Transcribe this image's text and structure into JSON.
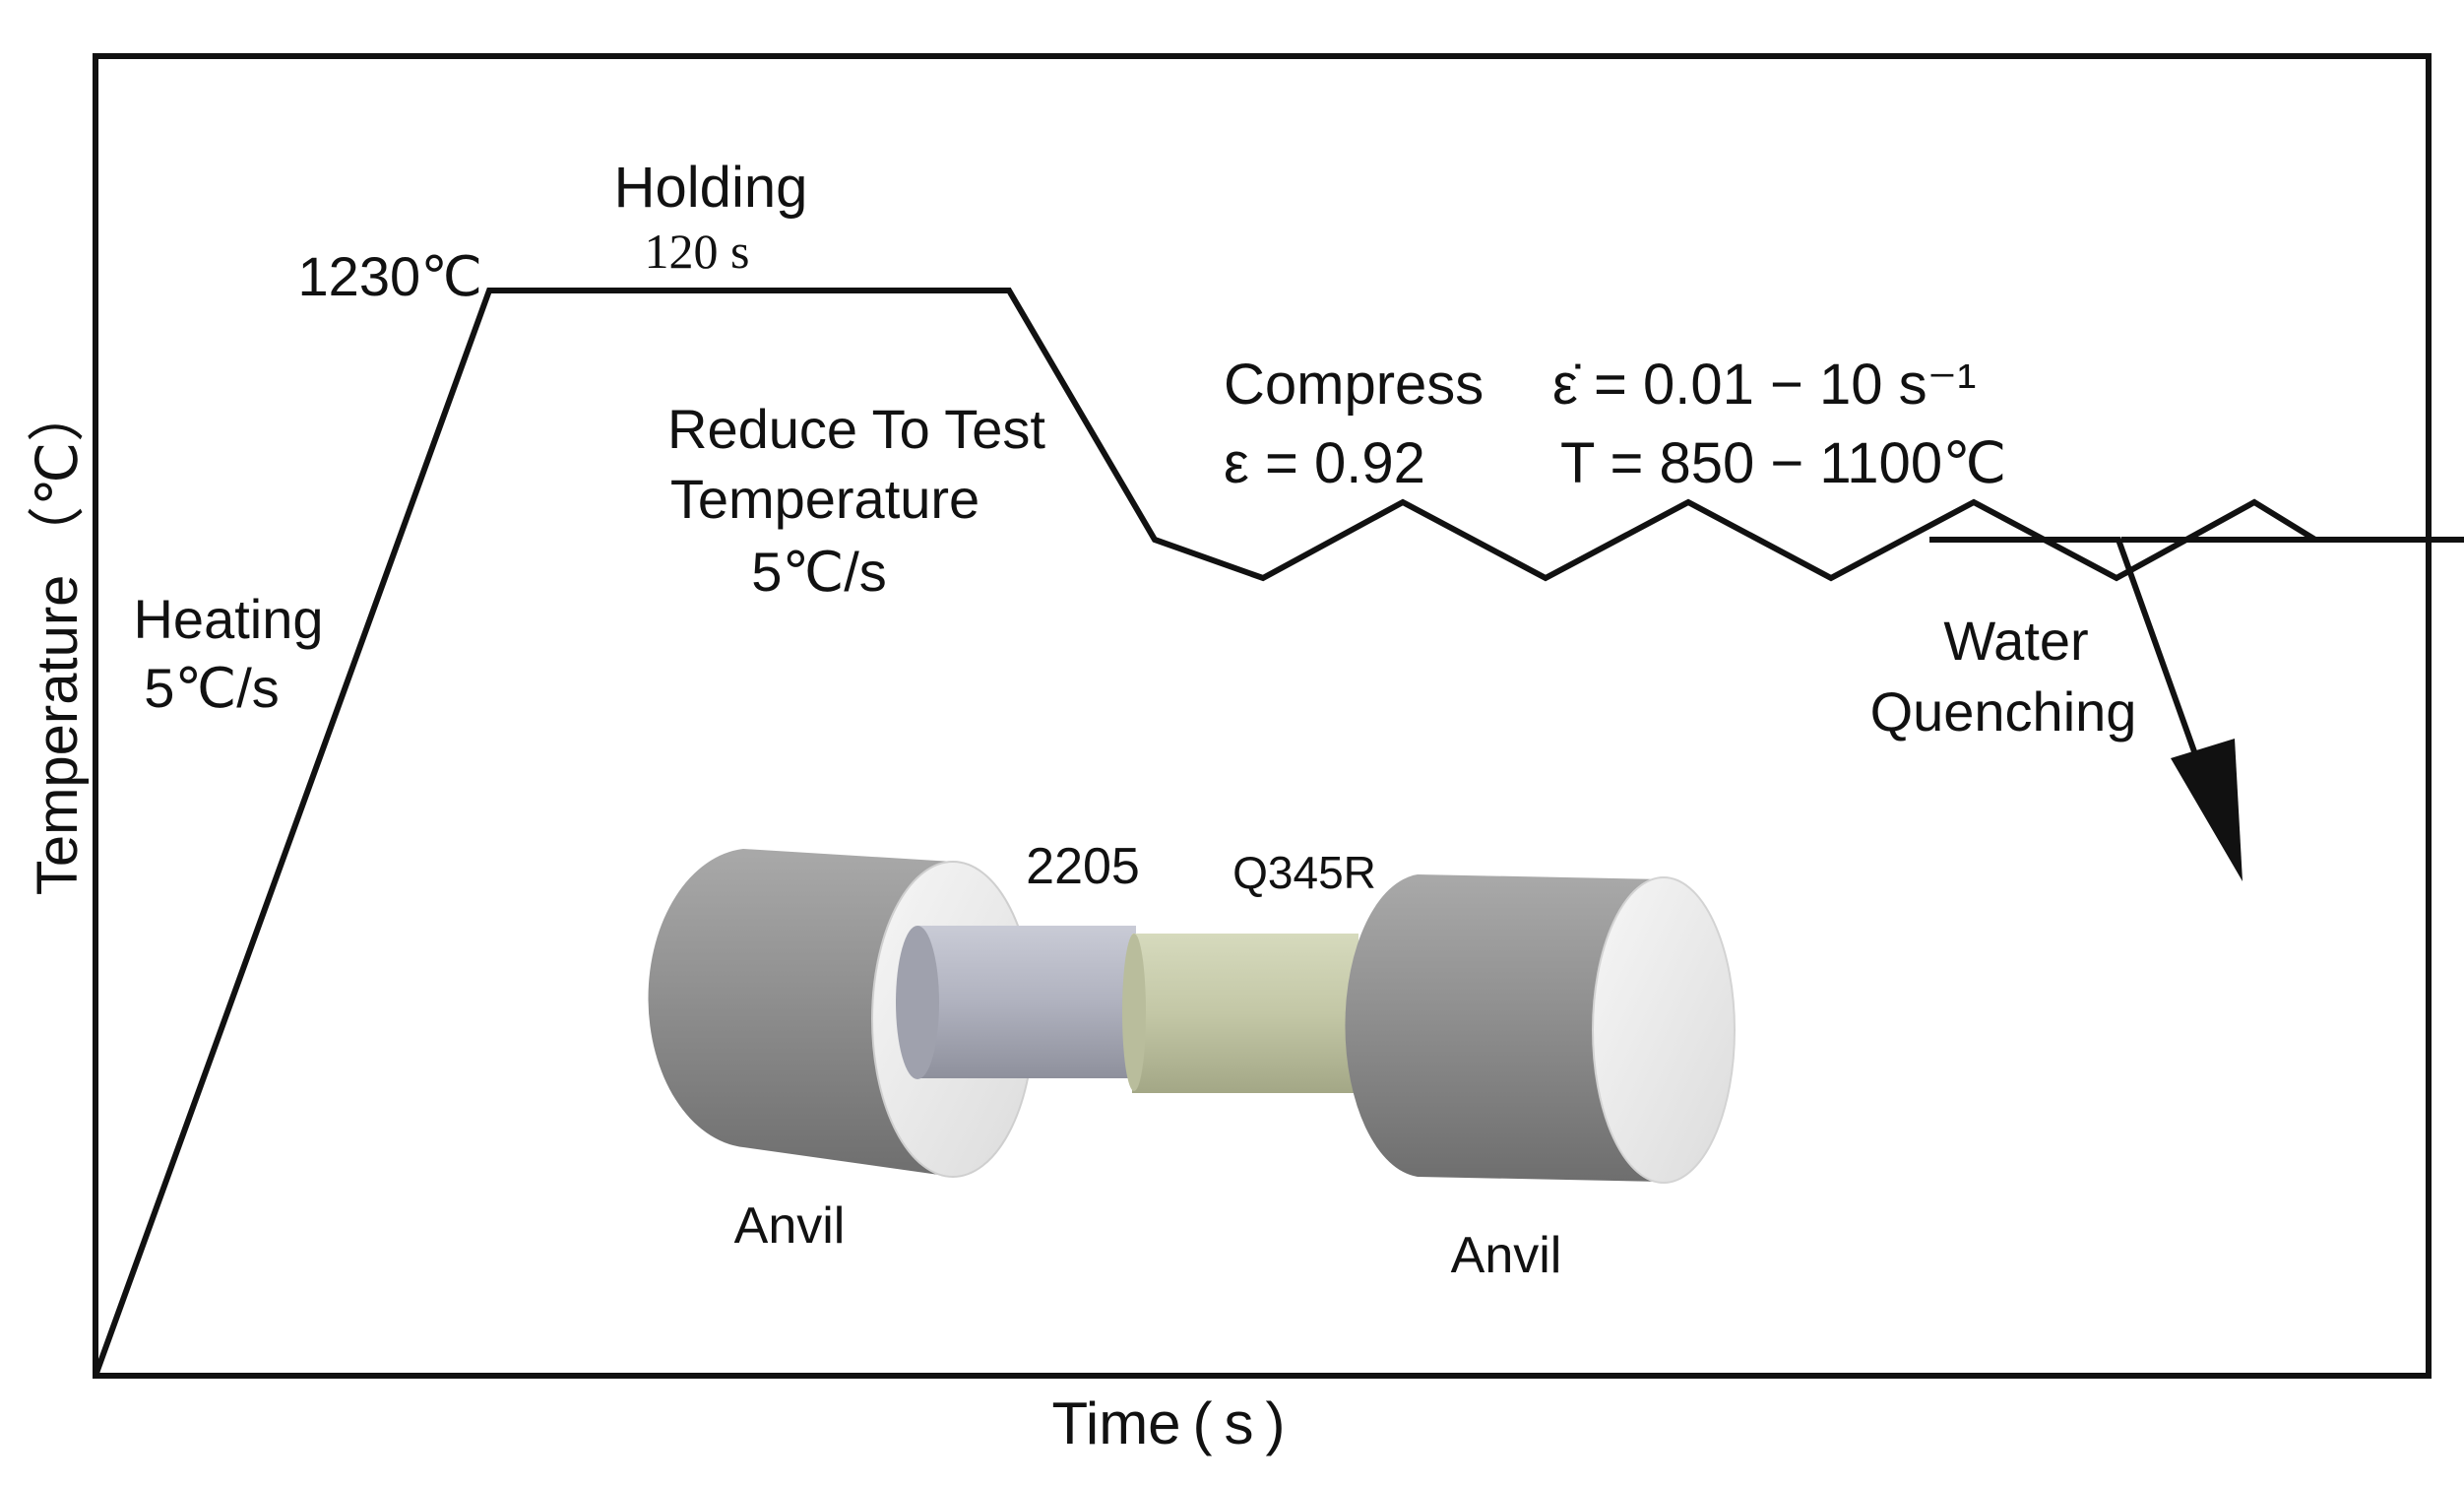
{
  "axes": {
    "x_label": "Time ( s )",
    "y_label": "Temperature （℃）"
  },
  "stages": {
    "heating_line1": "Heating",
    "heating_line2": "5℃/s",
    "peak_temp": "1230℃",
    "holding_label": "Holding",
    "holding_time": "120 s",
    "reduce_line1": "Reduce To Test",
    "reduce_line2": "Temperature",
    "reduce_line3": "5℃/s",
    "compress_label": "Compress",
    "strain_rate": "ε̇ = 0.01 − 10 s⁻¹",
    "strain": "ε = 0.92",
    "test_temp": "T = 850 − 1100℃",
    "quench_line1": "Water",
    "quench_line2": "Quenching"
  },
  "specimen": {
    "material_left": "2205",
    "material_right": "Q345R",
    "anvil_left": "Anvil",
    "anvil_right": "Anvil"
  },
  "colors": {
    "line": "#111111",
    "anvil_body": "#8c8c8c",
    "anvil_face": "#ececec",
    "sample_2205": "#b4b6c2",
    "sample_q345r": "#c8ccac"
  }
}
